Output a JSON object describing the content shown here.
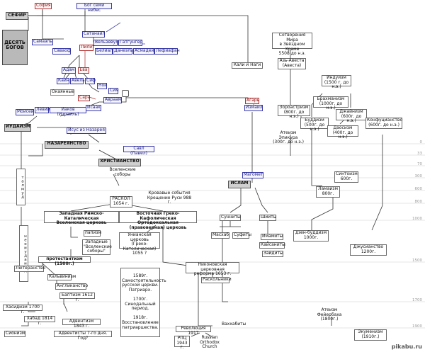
{
  "nodes": {
    "sefir": "СЕФИР",
    "sofia": "София",
    "bog_semi": "Бог семи небес",
    "desyat_bogov": "ДЕСЯТЬ\nБОГОВ",
    "satanail": "Сатанаил",
    "samael": "Самаэль",
    "vel": "Вельзевул",
    "gatg": "Гатгунгер",
    "savaof": "Саваоф",
    "lilit": "Лилит",
    "belial": "Белиал",
    "danel": "Данеэль",
    "asmadei": "Асмадей",
    "lefiafan": "Лефиафан",
    "adam": "Адам",
    "eva": "Ева",
    "kain": "Каин",
    "avel": "Авель",
    "sif": "Сиф",
    "noi": "Ной",
    "sim": "Сим",
    "okayannye": "Окаянные",
    "sara": "Сара",
    "avraam": "Авраам",
    "agar": "Агарь",
    "izmail": "Измаил",
    "isaak": "Исаак",
    "levii": "Левий",
    "iakov": "Иаков (Израиль)",
    "moisei": "Моисей",
    "iudaizm": "ИУДАИЗМ",
    "isus": "Исус из Назарея",
    "nazar": "НАЗАРЕЯНСТВО",
    "savl": "Савл (Павел)",
    "hrist": "ХРИСТИАНСТВО",
    "vselensobory": "Вселенские соборы",
    "magomet": "Магомет",
    "islam": "ИСЛАМ",
    "kali": "Кали и Наги",
    "sotvorenie": "Сотворения Мира\nв Звёздном Храме\n5508 до н.э.",
    "az_avesta": "Азь-Авеста\n(Авеста)",
    "zoroastrizm": "Зороастризм\n(800г. до н.э.)",
    "ateizm_epikura": "Атеизм Эпикура\n(300г. до н.э.)",
    "induizm": "Индуизм\n(1500 г. до н.э.)",
    "brahmanizm": "Брахманизм\n(1000г. до н.э.)",
    "buddizm": "Буддизм\n(500г. до н.э.)",
    "dzhainizm": "Джайнизм\n(600г. до н.э.)",
    "daosizm": "Даосизм\n(400г. до н.э.)",
    "konfucianstvo": "Конфуцианство\n(600г. до н.э.)",
    "sintoizm": "Синтоизм\n600г.",
    "lamaizm": "Ламаизм\n800г.",
    "dzen": "дзен-буддизм\n1000г.",
    "dzhusanstvo": "Джусианство\n1200г.",
    "talmud": "талмуд",
    "neoiudaizm": "неоиудаизм",
    "raskol": "РАСКОЛ\n1054 г.",
    "krovavye": "Кровавые события\nКрещение Руси 988 г.",
    "zapadnaya": "Западная Римско-Каталическая\nВселенская церковь",
    "vostochnaya": "Восточная Греко-Кафолическая\nОртодоксальная (правоверная) церковь",
    "papizm": "папизм",
    "zapadnye": "Западные\n\"Вселенские\nсоборы\"",
    "protestantizm": "протестантизм (1500г.)",
    "lyuteranstvo": "Лютеранство",
    "kalvinizm": "Кальвинизм",
    "anglikanstvo": "Англиканство",
    "baptizm": "Баптизм 1612 г.",
    "adventizm": "Адвентизм 1843 г.",
    "adventisty": "Адвентисты 7-го дня. Год?",
    "hasidizm": "Хасидизм 1700 г.",
    "habad": "Хабад 1814 г.",
    "sionizm": "Сионизм",
    "unianskaya": "Унианская церковь\n(Греко-Католическая)\n1055 ?",
    "samostoyat": "1589г.\nСамостоятельность\nрусской церкви.\nПатриарх.\n\n1700г.\nСинодальный период.\n\n1918г.\nВосстановление\nпатриаршества.",
    "nikon": "Никоновская церковная\nреформа 1653 г.",
    "raskolniki": "Раскольники",
    "revolyuciya": "Революция 1917",
    "rpc": "РПЦ\n1943 г.",
    "roc": "Russian Orthodox\nChurch",
    "sunnity": "Сунниты",
    "shiity": "Шииты",
    "masxab": "Масхаб",
    "sufity": "Суфиты",
    "imamity": "Имамиты",
    "kaysanity": "Кайсаниты",
    "zaidity": "Зайдиты",
    "vahhabity": "Ваххабиты",
    "ateizm_feierbaha": "Атеизм\nФейербаха\n(1800г.)",
    "ekumenizm": "Экуменизм\n(1910г.)"
  },
  "years": [
    "0",
    "33",
    "70",
    "300",
    "600",
    "800",
    "1000",
    "1500",
    "1700",
    "1900"
  ],
  "watermark": "pikabu.ru"
}
